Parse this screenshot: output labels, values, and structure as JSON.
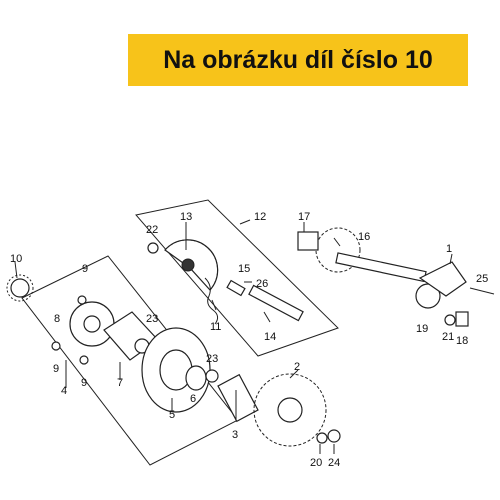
{
  "banner": {
    "text": "Na obrázku díl číslo 10",
    "color": "#f7c31a"
  },
  "part_labels": {
    "p1": "1",
    "p2": "2",
    "p3": "3",
    "p4": "4",
    "p5": "5",
    "p6": "6",
    "p7": "7",
    "p8": "8",
    "p9a": "9",
    "p9b": "9",
    "p9c": "9",
    "p10": "10",
    "p11": "11",
    "p12": "12",
    "p13": "13",
    "p14": "14",
    "p15": "15",
    "p16": "16",
    "p17": "17",
    "p18": "18",
    "p19": "19",
    "p20": "20",
    "p21": "21",
    "p22": "22",
    "p23a": "23",
    "p23b": "23",
    "p24": "24",
    "p25": "25",
    "p26": "26"
  }
}
